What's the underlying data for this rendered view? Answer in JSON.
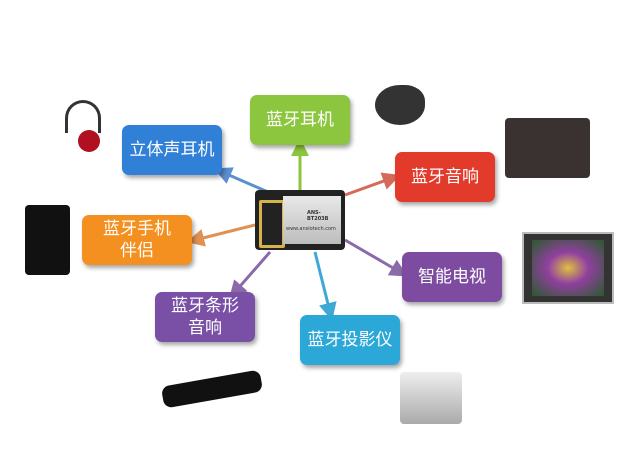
{
  "center_module": {
    "model": "ANS-BT203B",
    "website": "www.ansiotech.com"
  },
  "nodes": [
    {
      "label": "立体声耳机",
      "color": "#2f80d6"
    },
    {
      "label": "蓝牙耳机",
      "color": "#8cc63e"
    },
    {
      "label": "蓝牙音响",
      "color": "#e23b2b"
    },
    {
      "label": "蓝牙手机\n伴侣",
      "color": "#f39020"
    },
    {
      "label": "智能电视",
      "color": "#7d4b9f"
    },
    {
      "label": "蓝牙条形\n音响",
      "color": "#7a4fa6"
    },
    {
      "label": "蓝牙投影仪",
      "color": "#2ba7d8"
    }
  ]
}
